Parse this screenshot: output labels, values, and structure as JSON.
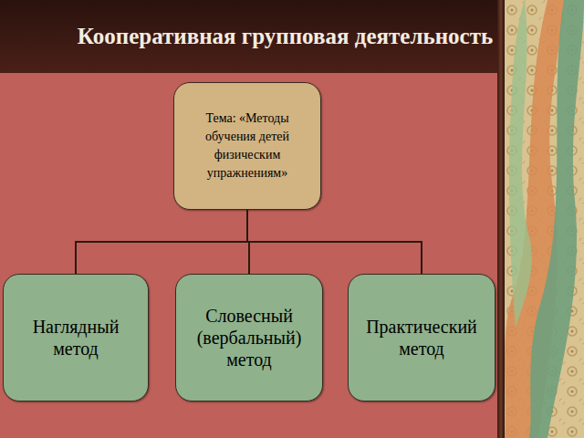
{
  "diagram": {
    "title": "Кооперативная групповая деятельность",
    "nodes": [
      {
        "text": [
          "Тема: «Методы обучения детей физическим упражнениям»"
        ]
      },
      {
        "text": [
          "Наглядный метод"
        ]
      },
      {
        "text": [
          "Словесный (вербальный) метод"
        ]
      },
      {
        "text": [
          "Практический метод"
        ]
      }
    ],
    "edges": [
      {
        "from": 0,
        "to": 1,
        "arrow": "none"
      },
      {
        "from": 0,
        "to": 2,
        "arrow": "none"
      },
      {
        "from": 0,
        "to": 3,
        "arrow": "none"
      }
    ]
  }
}
